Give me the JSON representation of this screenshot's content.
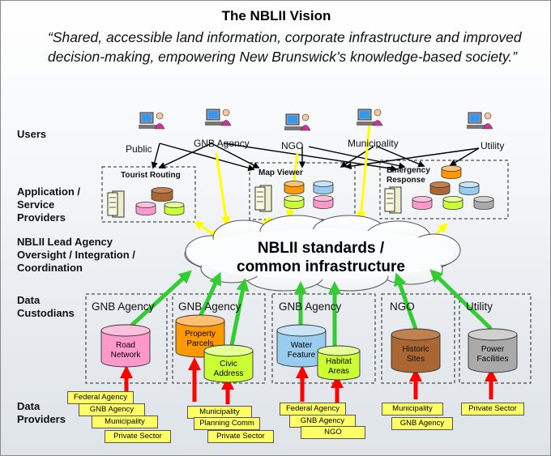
{
  "title": "The NBLII Vision",
  "quote": "“Shared, accessible land information, corporate infrastructure and improved decision-making, empowering New Brunswick’s knowledge-based society.”",
  "row_labels": {
    "users": "Users",
    "app1": "Application /",
    "app2": "Service",
    "app3": "Providers",
    "lead1": "NBLII Lead Agency",
    "lead2": "Oversight / Integration /",
    "lead3": "Coordination",
    "cust1": "Data",
    "cust2": "Custodians",
    "prov1": "Data",
    "prov2": "Providers"
  },
  "users": [
    "Public",
    "GNB Agency",
    "NGO",
    "Municipality",
    "Utility"
  ],
  "apps": {
    "tourist": "Tourist Routing",
    "map": "Map Viewer",
    "emerg1": "Emergency",
    "emerg2": "Response"
  },
  "cloud": {
    "line1": "NBLII standards /",
    "line2": "common infrastructure"
  },
  "custodians": [
    "GNB Agency",
    "GNB Agency",
    "GNB Agency",
    "NGO",
    "Utility"
  ],
  "datasets": {
    "road1": "Road",
    "road2": "Network",
    "prop1": "Property",
    "prop2": "Parcels",
    "civic1": "Civic",
    "civic2": "Address",
    "water1": "Water",
    "water2": "Feature",
    "habitat1": "Habitat",
    "habitat2": "Areas",
    "hist1": "Historic",
    "hist2": "Sites",
    "power1": "Power",
    "power2": "Facilities"
  },
  "providers": {
    "g1": [
      "Federal Agency",
      "GNB Agency",
      "Municipality",
      "Private Sector"
    ],
    "g2": [
      "Municipality",
      "Planning Comm",
      "Private Sector"
    ],
    "g3": [
      "Federal Agency",
      "GNB Agency",
      "NGO"
    ],
    "g4": [
      "Municipality",
      "GNB Agency"
    ],
    "g5": [
      "Private Sector"
    ]
  },
  "colors": {
    "green_arrow": "#33cc33",
    "yellow_arrow": "#ffff00",
    "red_arrow": "#ff0000",
    "label_fill": "#ffff66",
    "pink": "#ff99cc",
    "orange": "#ff9900",
    "yellowgreen": "#ccff33",
    "lightblue": "#99ccee",
    "brown": "#aa6633",
    "gray": "#aaaaaa"
  }
}
